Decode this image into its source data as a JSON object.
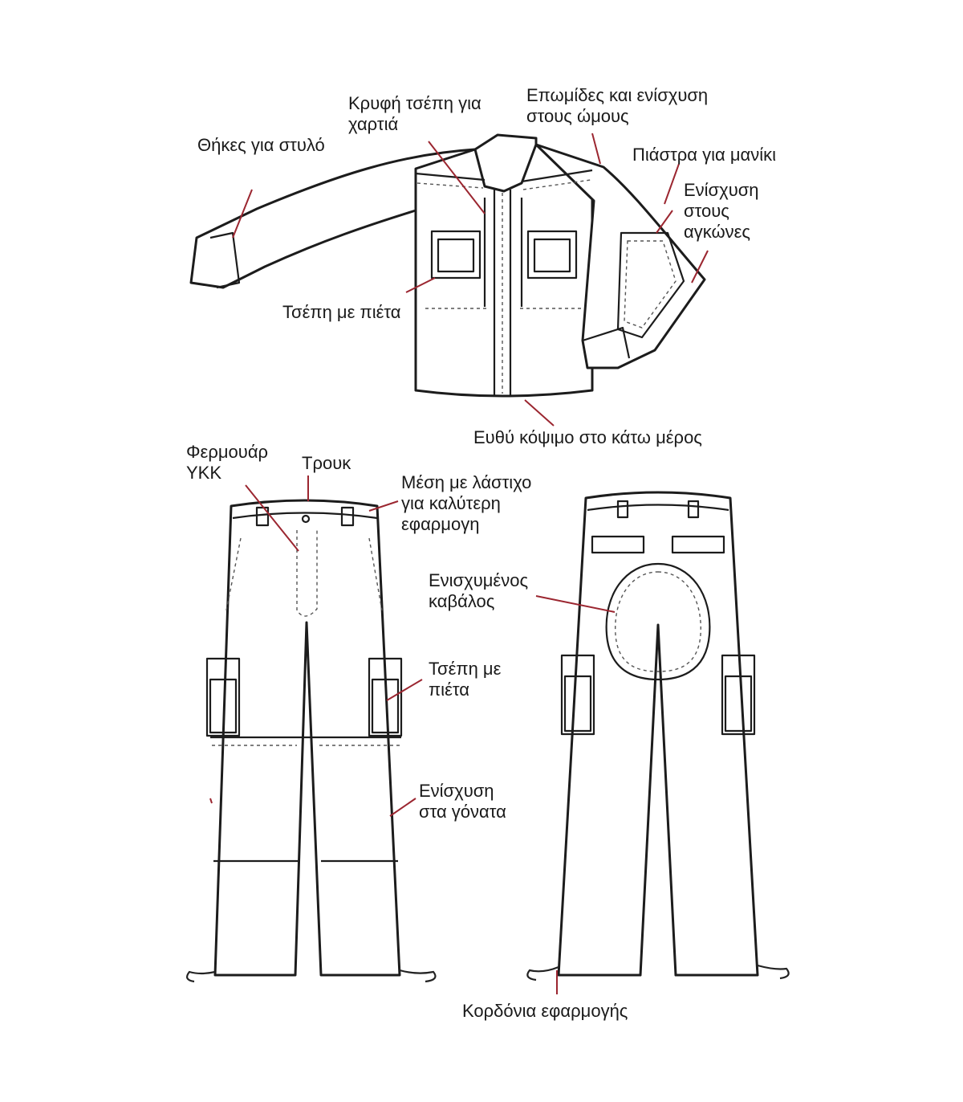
{
  "labels": {
    "pen_holders": "Θήκες για στυλό",
    "hidden_pocket_line1": "Κρυφή τσέπη για",
    "hidden_pocket_line2": "χαρτιά",
    "epaulettes_line1": "Επωμίδες και ενίσχυση",
    "epaulettes_line2": "στους ώμους",
    "sleeve_tab": "Πιάστρα για μανίκι",
    "elbow_line1": "Ενίσχυση",
    "elbow_line2": "στους",
    "elbow_line3": "αγκώνες",
    "flap_pocket_shirt": "Τσέπη με πιέτα",
    "straight_hem": "Ευθύ κόψιμο στο κάτω μέρος",
    "zipper_line1": "Φερμουάρ",
    "zipper_line2": "YKK",
    "snap": "Τρουκ",
    "waist_line1": "Μέση με λάστιχο",
    "waist_line2": "για καλύτερη",
    "waist_line3": "εφαρμογη",
    "crotch_line1": "Ενισχυμένος",
    "crotch_line2": "καβάλος",
    "flap_pocket_pants_line1": "Τσέπη με",
    "flap_pocket_pants_line2": "πιέτα",
    "knees_line1": "Ενίσχυση",
    "knees_line2": "στα γόνατα",
    "drawcords": "Κορδόνια εφαρμογής"
  },
  "colors": {
    "outline": "#1c1c1c",
    "leader": "#9b2630",
    "background": "#ffffff"
  }
}
